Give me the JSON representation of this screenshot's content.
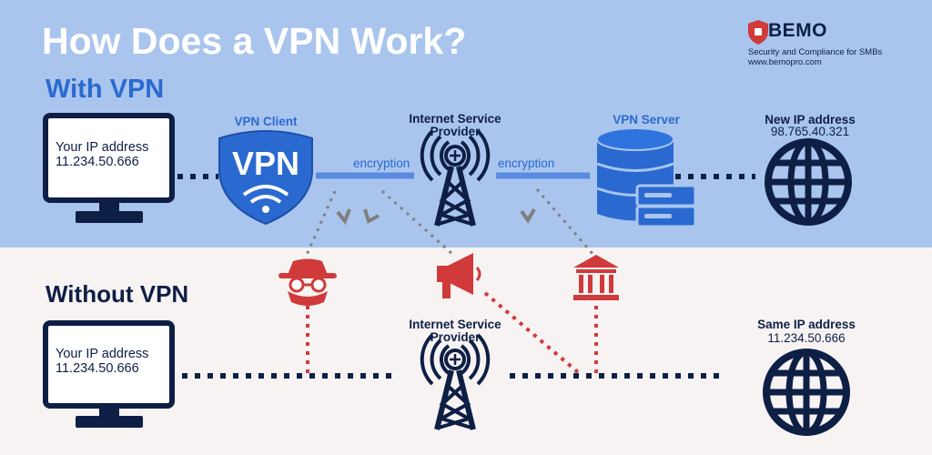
{
  "title": "How Does a VPN Work?",
  "brand": {
    "name": "BEMO",
    "tagline": "Security and Compliance for SMBs",
    "url": "www.bemopro.com"
  },
  "with_vpn": {
    "heading": "With VPN",
    "device": {
      "line1": "Your IP address",
      "line2": "11.234.50.666"
    },
    "vpn_client_label": "VPN Client",
    "vpn_shield_text": "VPN",
    "encryption_left": "encryption",
    "isp_line1": "Internet Service",
    "isp_line2": "Provider",
    "encryption_right": "encryption",
    "vpn_server_label": "VPN Server",
    "new_ip_label": "New IP address",
    "new_ip_value": "98.765.40.321"
  },
  "without_vpn": {
    "heading": "Without VPN",
    "device": {
      "line1": "Your IP address",
      "line2": "11.234.50.666"
    },
    "isp_line1": "Internet Service",
    "isp_line2": "Provider",
    "same_ip_label": "Same IP address",
    "same_ip_value": "11.234.50.666"
  },
  "icons": [
    "shield-logo-icon",
    "monitor-icon",
    "vpn-shield-icon",
    "wifi-icon",
    "cell-tower-icon",
    "database-server-icon",
    "globe-icon",
    "spy-hacker-icon",
    "megaphone-icon",
    "government-building-icon",
    "arrow-down-icon"
  ],
  "colors": {
    "top_background": "#a9c5ee",
    "bottom_background": "#f7f3f3",
    "navy": "#0e1f45",
    "blue": "#2a6ad0",
    "tunnel": "#5a8be0",
    "red": "#d13a3a",
    "grey_dots": "#7f7f7f"
  }
}
